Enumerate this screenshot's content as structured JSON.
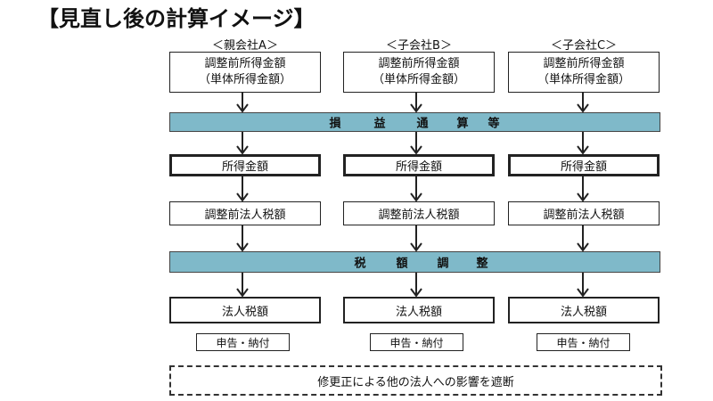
{
  "title": "【見直し後の計算イメージ】",
  "columns": [
    {
      "header": "＜親会社A＞",
      "pre_income_line1": "調整前所得金額",
      "pre_income_line2": "（単体所得金額）",
      "income": "所得金額",
      "pre_tax": "調整前法人税額",
      "tax": "法人税額",
      "filing": "申告・納付"
    },
    {
      "header": "＜子会社B＞",
      "pre_income_line1": "調整前所得金額",
      "pre_income_line2": "（単体所得金額）",
      "income": "所得金額",
      "pre_tax": "調整前法人税額",
      "tax": "法人税額",
      "filing": "申告・納付"
    },
    {
      "header": "＜子会社C＞",
      "pre_income_line1": "調整前所得金額",
      "pre_income_line2": "（単体所得金額）",
      "income": "所得金額",
      "pre_tax": "調整前法人税額",
      "tax": "法人税額",
      "filing": "申告・納付"
    }
  ],
  "bars": {
    "loss_offset_chars": [
      "損",
      "益",
      "通",
      "算",
      "等"
    ],
    "tax_adjust_chars": [
      "税",
      "額",
      "調",
      "整"
    ]
  },
  "note": "修更正による他の法人への影響を遮断"
}
